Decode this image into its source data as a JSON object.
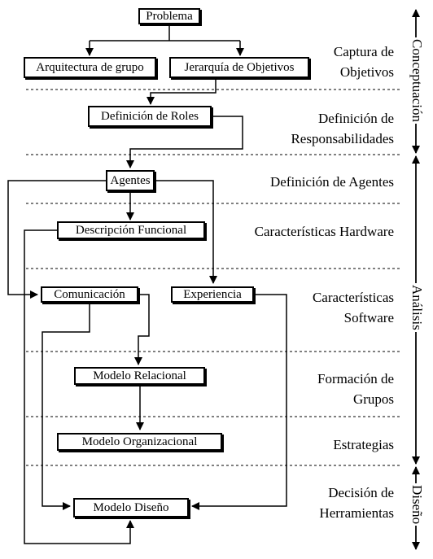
{
  "boxes": {
    "problema": "Problema",
    "arquitectura": "Arquitectura de grupo",
    "jerarquia": "Jerarquía de  Objetivos",
    "definicion_roles": "Definición de  Roles",
    "agentes": "Agentes",
    "descripcion_funcional": "Descripción Funcional",
    "comunicacion": "Comunicación",
    "experiencia": "Experiencia",
    "modelo_relacional": "Modelo Relacional",
    "modelo_organizacional": "Modelo Organizacional",
    "modelo_diseno": "Modelo Diseño"
  },
  "stages": {
    "captura": "Captura de\nObjetivos",
    "responsabilidades": "Definición de\nResponsabilidades",
    "agentes": "Definición de Agentes",
    "hardware": "Características Hardware",
    "software": "Características\nSoftware",
    "grupos": "Formación de\nGrupos",
    "estrategias": "Estrategias",
    "herramientas": "Decisión  de\nHerramientas"
  },
  "phases": {
    "conceptuacion": "Conceptuación",
    "analisis": "Análisis",
    "diseno": "Diseño"
  }
}
